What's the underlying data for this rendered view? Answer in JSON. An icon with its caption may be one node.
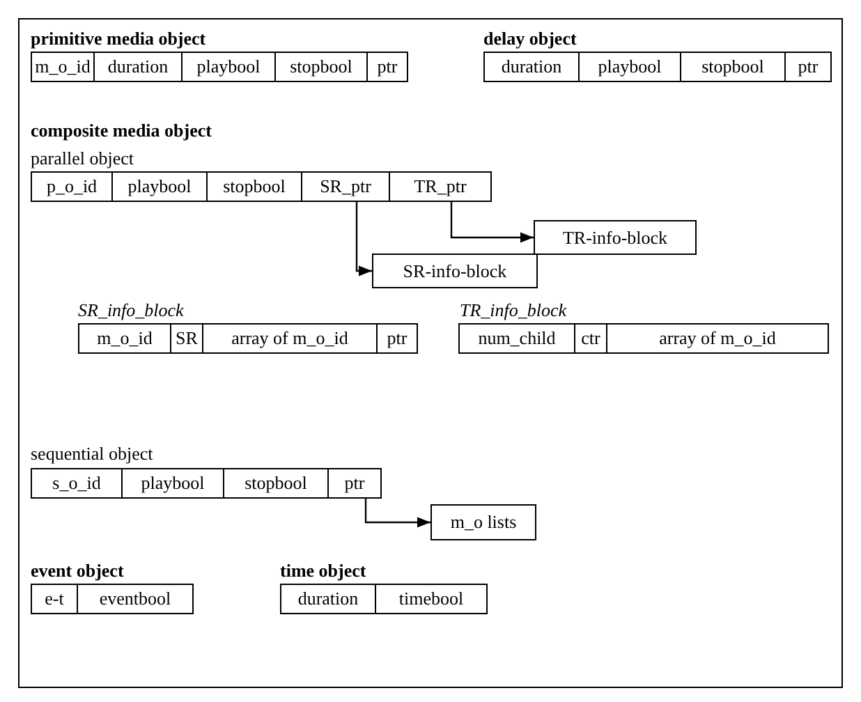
{
  "diagram": {
    "nodes": [
      {
        "text": [
          "m_o_id"
        ]
      },
      {
        "text": [
          "duration"
        ]
      },
      {
        "text": [
          "playbool"
        ]
      },
      {
        "text": [
          "stopbool"
        ]
      },
      {
        "text": [
          "ptr"
        ]
      },
      {
        "text": [
          "duration"
        ]
      },
      {
        "text": [
          "playbool"
        ]
      },
      {
        "text": [
          "stopbool"
        ]
      },
      {
        "text": [
          "ptr"
        ]
      },
      {
        "text": [
          "p_o_id"
        ]
      },
      {
        "text": [
          "playbool"
        ]
      },
      {
        "text": [
          "stopbool"
        ]
      },
      {
        "text": [
          "SR_ptr"
        ]
      },
      {
        "text": [
          "TR_ptr"
        ]
      },
      {
        "text": [
          "TR-info-block"
        ]
      },
      {
        "text": [
          "SR-info-block"
        ]
      },
      {
        "text": [
          "m_o_id"
        ]
      },
      {
        "text": [
          "SR"
        ]
      },
      {
        "text": [
          "array of m_o_id"
        ]
      },
      {
        "text": [
          "ptr"
        ]
      },
      {
        "text": [
          "num_child"
        ]
      },
      {
        "text": [
          "ctr"
        ]
      },
      {
        "text": [
          "array of m_o_id"
        ]
      },
      {
        "text": [
          "s_o_id"
        ]
      },
      {
        "text": [
          "playbool"
        ]
      },
      {
        "text": [
          "stopbool"
        ]
      },
      {
        "text": [
          "ptr"
        ]
      },
      {
        "text": [
          "m_o lists"
        ]
      },
      {
        "text": [
          "e-t"
        ]
      },
      {
        "text": [
          "eventbool"
        ]
      },
      {
        "text": [
          "duration"
        ]
      },
      {
        "text": [
          "timebool"
        ]
      }
    ],
    "edges": [
      {
        "from": 12,
        "to": 15,
        "arrow": "to"
      },
      {
        "from": 13,
        "to": 14,
        "arrow": "to"
      },
      {
        "from": 26,
        "to": 27,
        "arrow": "to"
      }
    ],
    "labels": [
      "primitive media object",
      "delay object",
      "composite media object",
      "parallel object",
      "SR_info_block",
      "TR_info_block",
      "sequential object",
      "event object",
      "time object"
    ]
  }
}
